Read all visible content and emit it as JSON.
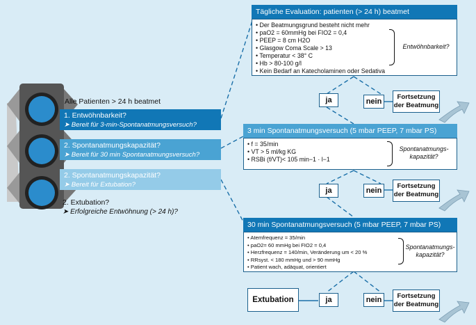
{
  "left": {
    "all_patients": "Alle Patienten > 24 h beatmet",
    "steps": [
      {
        "question": "1. Entwöhnbarkeit?",
        "sub": "➤ Bereit für 3-min-Spontanatmungsversuch?"
      },
      {
        "question": "2. Spontanatmungskapazität?",
        "sub": "➤  Bereit für 30 min Spontanatmungsversuch?"
      },
      {
        "question": "2. Spontanatmungskapazität?",
        "sub": "➤  Bereit für Extubation?"
      },
      {
        "question": "2. Extubation?",
        "sub": "➤  Erfolgreiche Entwöhnung (> 24 h)?"
      }
    ]
  },
  "box1": {
    "header": "Tägliche Evaluation: patienten (> 24 h) beatmet",
    "criteria": [
      "Der Beatmungsgrund besteht nicht mehr",
      "paO2 = 60mmHg bei FIO2 = 0,4",
      "PEEP = 8 cm H2O",
      "Glasgow Coma Scale > 13",
      "Temperatur < 38° C",
      "Hb > 80-100 g/l",
      "Kein Bedarf an Katecholaminen oder Sedativa"
    ],
    "note": "Entwöhnbarkeit?"
  },
  "box2": {
    "header": "3 min Spontanatmungsversuch (5 mbar PEEP, 7 mbar PS)",
    "criteria": [
      "f = 35/min",
      "VT > 5 ml/kg KG",
      "RSBi (f/VT)< 105 min−1 · l−1"
    ],
    "note": "Spontanatmungs-kapazität?"
  },
  "box3": {
    "header": "30 min Spontanatmungsversuch (5 mbar PEEP, 7 mbar PS)",
    "criteria": [
      "Atemfrequenz = 35/min",
      "paO2= 60 mmHg bei FIO2 = 0,4",
      "Herzfrequenz = 140/min, Veränderung um < 20 %",
      "RRsyst. < 180 mmHg und > 90 mmHg",
      "Patient wach, adäquat, orientiert"
    ],
    "note": "Spontanatmungs-kapazität?"
  },
  "decisions": {
    "yes": "ja",
    "no": "nein",
    "continue": "Fortsetzung der Beatmung",
    "extubation": "Extubation"
  },
  "colors": {
    "background": "#d9ecf6",
    "dark_blue": "#1177b6",
    "mid_blue": "#4aa3d3",
    "light_blue": "#94cbe8"
  }
}
